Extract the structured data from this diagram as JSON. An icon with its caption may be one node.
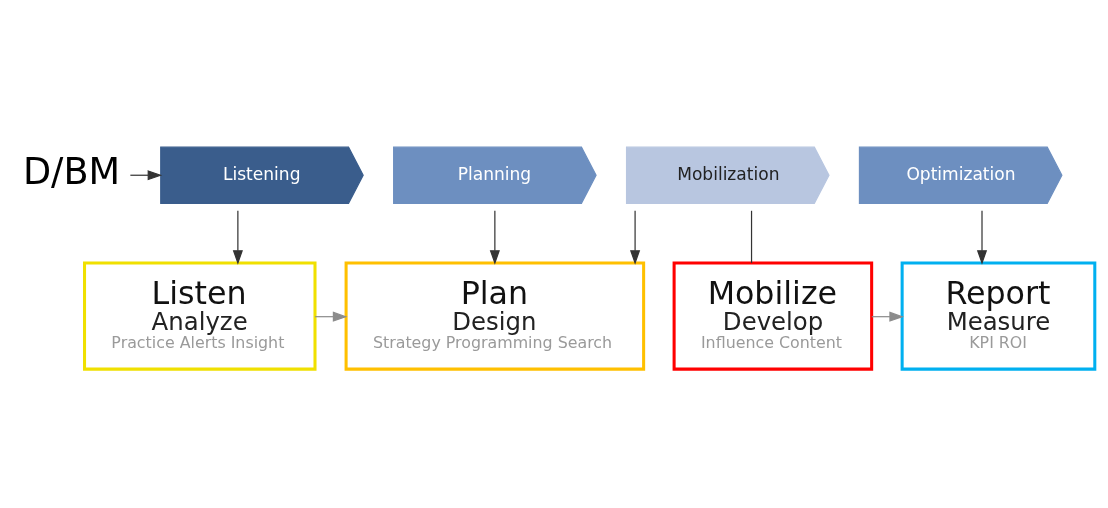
{
  "diagram": {
    "nodes": [
      {
        "text": [
          "Listening"
        ]
      },
      {
        "text": [
          "Planning"
        ]
      },
      {
        "text": [
          "Mobilization"
        ]
      },
      {
        "text": [
          "Optimization"
        ]
      },
      {
        "text": [
          "D/BM"
        ]
      },
      {
        "text": [
          "Listen",
          "Analyze",
          "Practice Alerts Insight"
        ]
      },
      {
        "text": [
          "Plan",
          "Design",
          "Strategy Programming Search"
        ]
      },
      {
        "text": [
          "Mobilize",
          "Develop",
          "Influence Content"
        ]
      },
      {
        "text": [
          "Report",
          "Measure",
          "KPI ROI"
        ]
      }
    ],
    "edges": [
      {
        "from": 4,
        "to": 0,
        "arrow": "to"
      },
      {
        "from": 0,
        "to": 5,
        "arrow": "to"
      },
      {
        "from": 1,
        "to": 6,
        "arrow": "to"
      },
      {
        "from": 2,
        "to": 6,
        "arrow": "to"
      },
      {
        "from": 2,
        "to": 7,
        "arrow": "none"
      },
      {
        "from": 3,
        "to": 8,
        "arrow": "to"
      },
      {
        "from": 5,
        "to": 6,
        "arrow": "to",
        "color": "#8c8c8c"
      },
      {
        "from": 7,
        "to": 8,
        "arrow": "to",
        "color": "#8c8c8c"
      }
    ]
  }
}
